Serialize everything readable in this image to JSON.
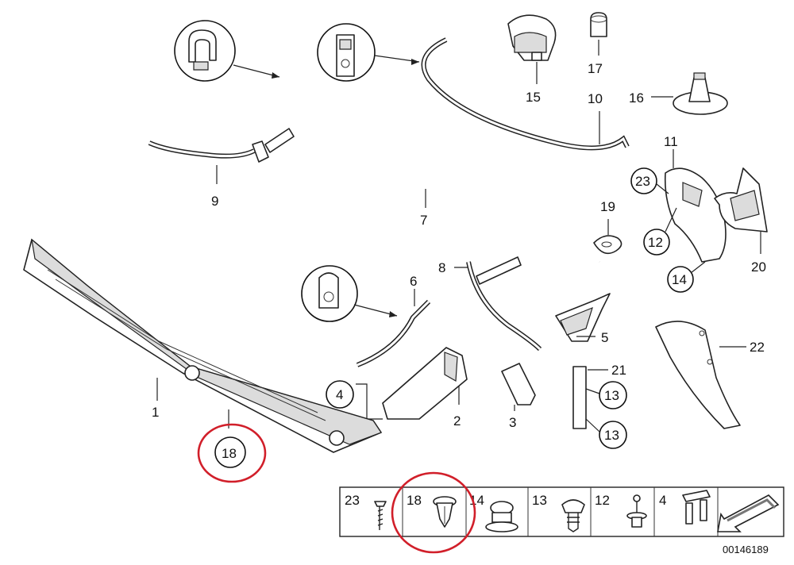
{
  "diagram": {
    "labels": {
      "l1": "1",
      "l2": "2",
      "l3": "3",
      "l4": "4",
      "l5": "5",
      "l6": "6",
      "l7": "7",
      "l8": "8",
      "l9": "9",
      "l10": "10",
      "l11": "11",
      "l12": "12",
      "l13a": "13",
      "l13b": "13",
      "l14": "14",
      "l15": "15",
      "l16": "16",
      "l17": "17",
      "l18": "18",
      "l19": "19",
      "l20": "20",
      "l21": "21",
      "l22": "22",
      "l23": "23"
    },
    "legend": {
      "items": [
        "23",
        "18",
        "14",
        "13",
        "12",
        "4"
      ]
    },
    "catalog_number": "00146189",
    "highlight_color": "#d11f2a"
  }
}
